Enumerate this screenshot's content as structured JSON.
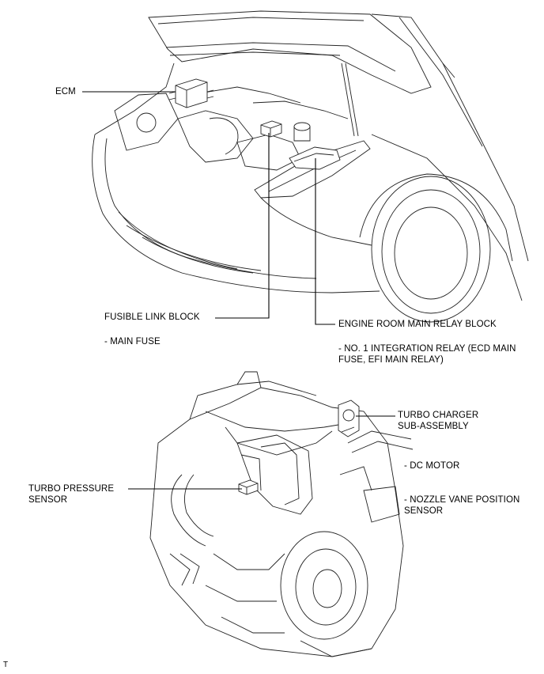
{
  "labels": {
    "ecm": "ECM",
    "fusible_link_block": "FUSIBLE LINK BLOCK",
    "main_fuse": "- MAIN FUSE",
    "engine_room_main_relay_block": "ENGINE ROOM MAIN RELAY BLOCK",
    "integration_relay_line1": "- NO. 1 INTEGRATION RELAY (ECD MAIN",
    "integration_relay_line2": "FUSE, EFI MAIN RELAY)",
    "turbo_charger_line1": "TURBO CHARGER",
    "turbo_charger_line2": "SUB-ASSEMBLY",
    "dc_motor": "- DC MOTOR",
    "nozzle_vane_line1": "- NOZZLE VANE POSITION",
    "nozzle_vane_line2": "SENSOR",
    "turbo_pressure_line1": "TURBO PRESSURE",
    "turbo_pressure_line2": "SENSOR",
    "figure_code": "T"
  }
}
